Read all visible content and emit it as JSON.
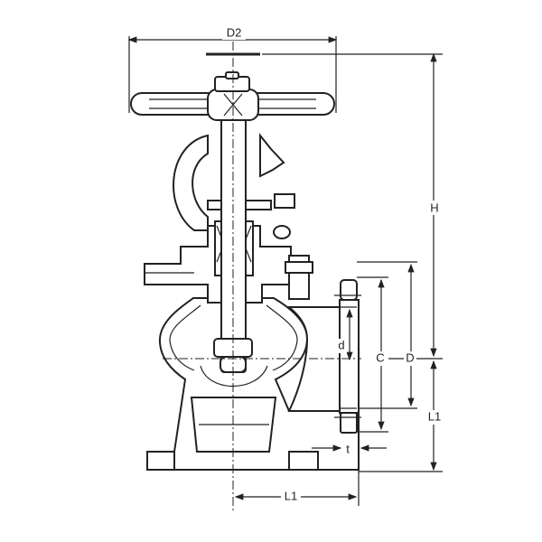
{
  "title": "Angle valve dimension drawing",
  "labels": {
    "handwheel_diameter": "D2",
    "height": "H",
    "bore_diameter": "d",
    "bolt_circle": "C",
    "flange_diameter": "D",
    "side_length": "L1",
    "bottom_length": "L1",
    "flange_thickness": "t"
  },
  "colors": {
    "line": "#222222",
    "background": "#ffffff"
  }
}
